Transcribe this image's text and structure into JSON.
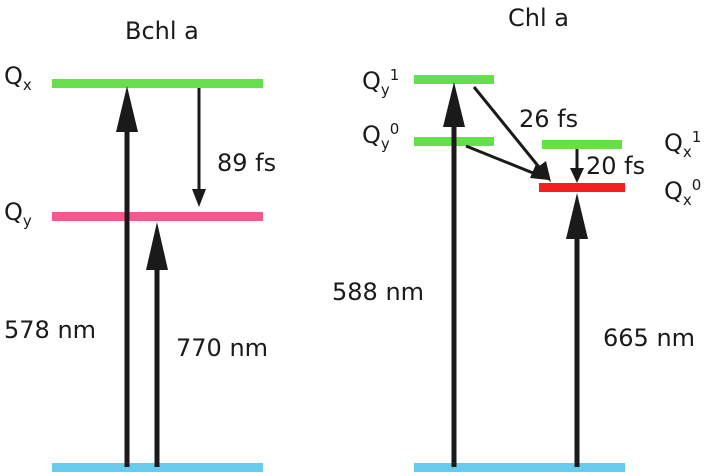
{
  "colors": {
    "qx_bchl": "#66e04a",
    "qy_bchl": "#f25a8c",
    "ground": "#66ccee",
    "chl_levels": "#66e04a",
    "chl_qx0": "#f21d1d",
    "arrow": "#1a1a1a"
  },
  "bchl": {
    "title": "Bchl a",
    "qx": {
      "main": "Q",
      "sub": "x"
    },
    "qy": {
      "main": "Q",
      "sub": "y"
    },
    "relax_time": "89 fs",
    "wavelength_1": "578 nm",
    "wavelength_2": "770 nm"
  },
  "chl": {
    "title": "Chl a",
    "qy1": {
      "main": "Q",
      "sub": "y",
      "sup": "1"
    },
    "qy0": {
      "main": "Q",
      "sub": "y",
      "sup": "0"
    },
    "qx1": {
      "main": "Q",
      "sub": "x",
      "sup": "1"
    },
    "qx0": {
      "main": "Q",
      "sub": "x",
      "sup": "0"
    },
    "time_1": "26 fs",
    "time_2": "20 fs",
    "wavelength_1": "588 nm",
    "wavelength_2": "665 nm"
  }
}
